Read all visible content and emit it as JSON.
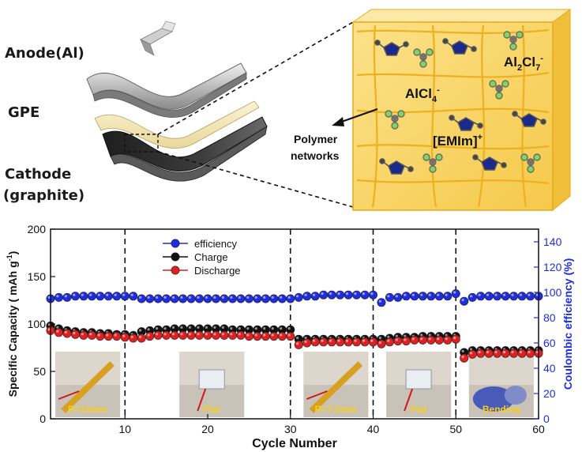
{
  "schematic": {
    "layer_labels": {
      "anode": "Anode(Al)",
      "gpe": "GPE",
      "cathode": "Cathode",
      "cathode_material": "(graphite)"
    },
    "zoom_box": {
      "ion_1_base": "AlCl",
      "ion_1_sub": "4",
      "ion_1_sup": "-",
      "ion_2_base": "Al",
      "ion_2_sub1": "2",
      "ion_2_mid": "Cl",
      "ion_2_sub2": "7",
      "ion_2_sup": "-",
      "cation": "[EMIm]",
      "cation_sup": "+",
      "polymer_line1": "Polymer",
      "polymer_line2": "networks"
    },
    "colors": {
      "gel_fill": "#f8d56a",
      "gel_border": "#e8a818",
      "network_line": "#efb020"
    }
  },
  "chart_data": {
    "type": "scatter",
    "xlabel": "Cycle Number",
    "ylabel": "Specific Capacity ( mAh g",
    "ylabel_unit_sup": "-1",
    "ylabel_close": ")",
    "y2label": "Coulombic efficiency (%)",
    "xlim": [
      1,
      60
    ],
    "ylim": [
      0,
      200
    ],
    "y2lim": [
      0,
      150
    ],
    "x_ticks": [
      10,
      20,
      30,
      40,
      50,
      60
    ],
    "y_ticks": [
      0,
      50,
      100,
      150,
      200
    ],
    "y2_ticks": [
      0,
      20,
      40,
      60,
      80,
      100,
      120,
      140
    ],
    "dividers": [
      10,
      30,
      40,
      50
    ],
    "legend_position": "top-left",
    "x": [
      1,
      2,
      3,
      4,
      5,
      6,
      7,
      8,
      9,
      10,
      11,
      12,
      13,
      14,
      15,
      16,
      17,
      18,
      19,
      20,
      21,
      22,
      23,
      24,
      25,
      26,
      27,
      28,
      29,
      30,
      31,
      32,
      33,
      34,
      35,
      36,
      37,
      38,
      39,
      40,
      41,
      42,
      43,
      44,
      45,
      46,
      47,
      48,
      49,
      50,
      51,
      52,
      53,
      54,
      55,
      56,
      57,
      58,
      59,
      60
    ],
    "series": [
      {
        "name": "efficiency",
        "axis": "right",
        "color": "#1f2de0",
        "values": [
          95,
          96,
          96,
          97,
          97,
          97,
          97,
          97,
          97,
          97,
          97,
          95,
          95,
          95,
          95,
          95,
          95,
          95,
          95,
          95,
          95,
          95,
          95,
          95,
          95,
          95,
          95,
          95,
          95,
          95,
          96,
          97,
          97,
          98,
          98,
          98,
          98,
          98,
          98,
          98,
          92,
          96,
          96,
          97,
          97,
          97,
          97,
          97,
          97,
          99,
          93,
          96,
          97,
          97,
          97,
          97,
          97,
          97,
          97,
          97
        ]
      },
      {
        "name": "Charge",
        "axis": "left",
        "color": "#111111",
        "values": [
          98,
          95,
          93,
          92,
          91,
          91,
          90,
          90,
          89,
          89,
          88,
          92,
          93,
          94,
          94,
          95,
          95,
          95,
          95,
          95,
          95,
          95,
          94,
          94,
          94,
          94,
          94,
          94,
          94,
          94,
          84,
          84,
          84,
          84,
          84,
          84,
          84,
          84,
          84,
          84,
          84,
          85,
          86,
          86,
          86,
          87,
          87,
          87,
          87,
          87,
          70,
          72,
          72,
          72,
          72,
          72,
          72,
          72,
          72,
          72
        ]
      },
      {
        "name": "Discharge",
        "axis": "left",
        "color": "#e02020",
        "values": [
          93,
          91,
          90,
          89,
          88,
          88,
          87,
          87,
          87,
          86,
          85,
          85,
          87,
          88,
          88,
          88,
          88,
          88,
          88,
          88,
          88,
          88,
          88,
          88,
          87,
          87,
          87,
          87,
          87,
          87,
          78,
          80,
          81,
          81,
          81,
          81,
          81,
          81,
          81,
          81,
          79,
          81,
          82,
          82,
          83,
          83,
          83,
          83,
          83,
          84,
          64,
          68,
          69,
          69,
          69,
          69,
          69,
          69,
          69,
          69
        ]
      }
    ],
    "insets": [
      {
        "label": "R=15mm",
        "x_from": 1,
        "x_to": 10
      },
      {
        "label": "Flat",
        "x_from": 11,
        "x_to": 30
      },
      {
        "label": "R=7.5mm",
        "x_from": 31,
        "x_to": 40
      },
      {
        "label": "Flat",
        "x_from": 41,
        "x_to": 50
      },
      {
        "label": "Bending",
        "x_from": 51,
        "x_to": 60
      }
    ]
  }
}
